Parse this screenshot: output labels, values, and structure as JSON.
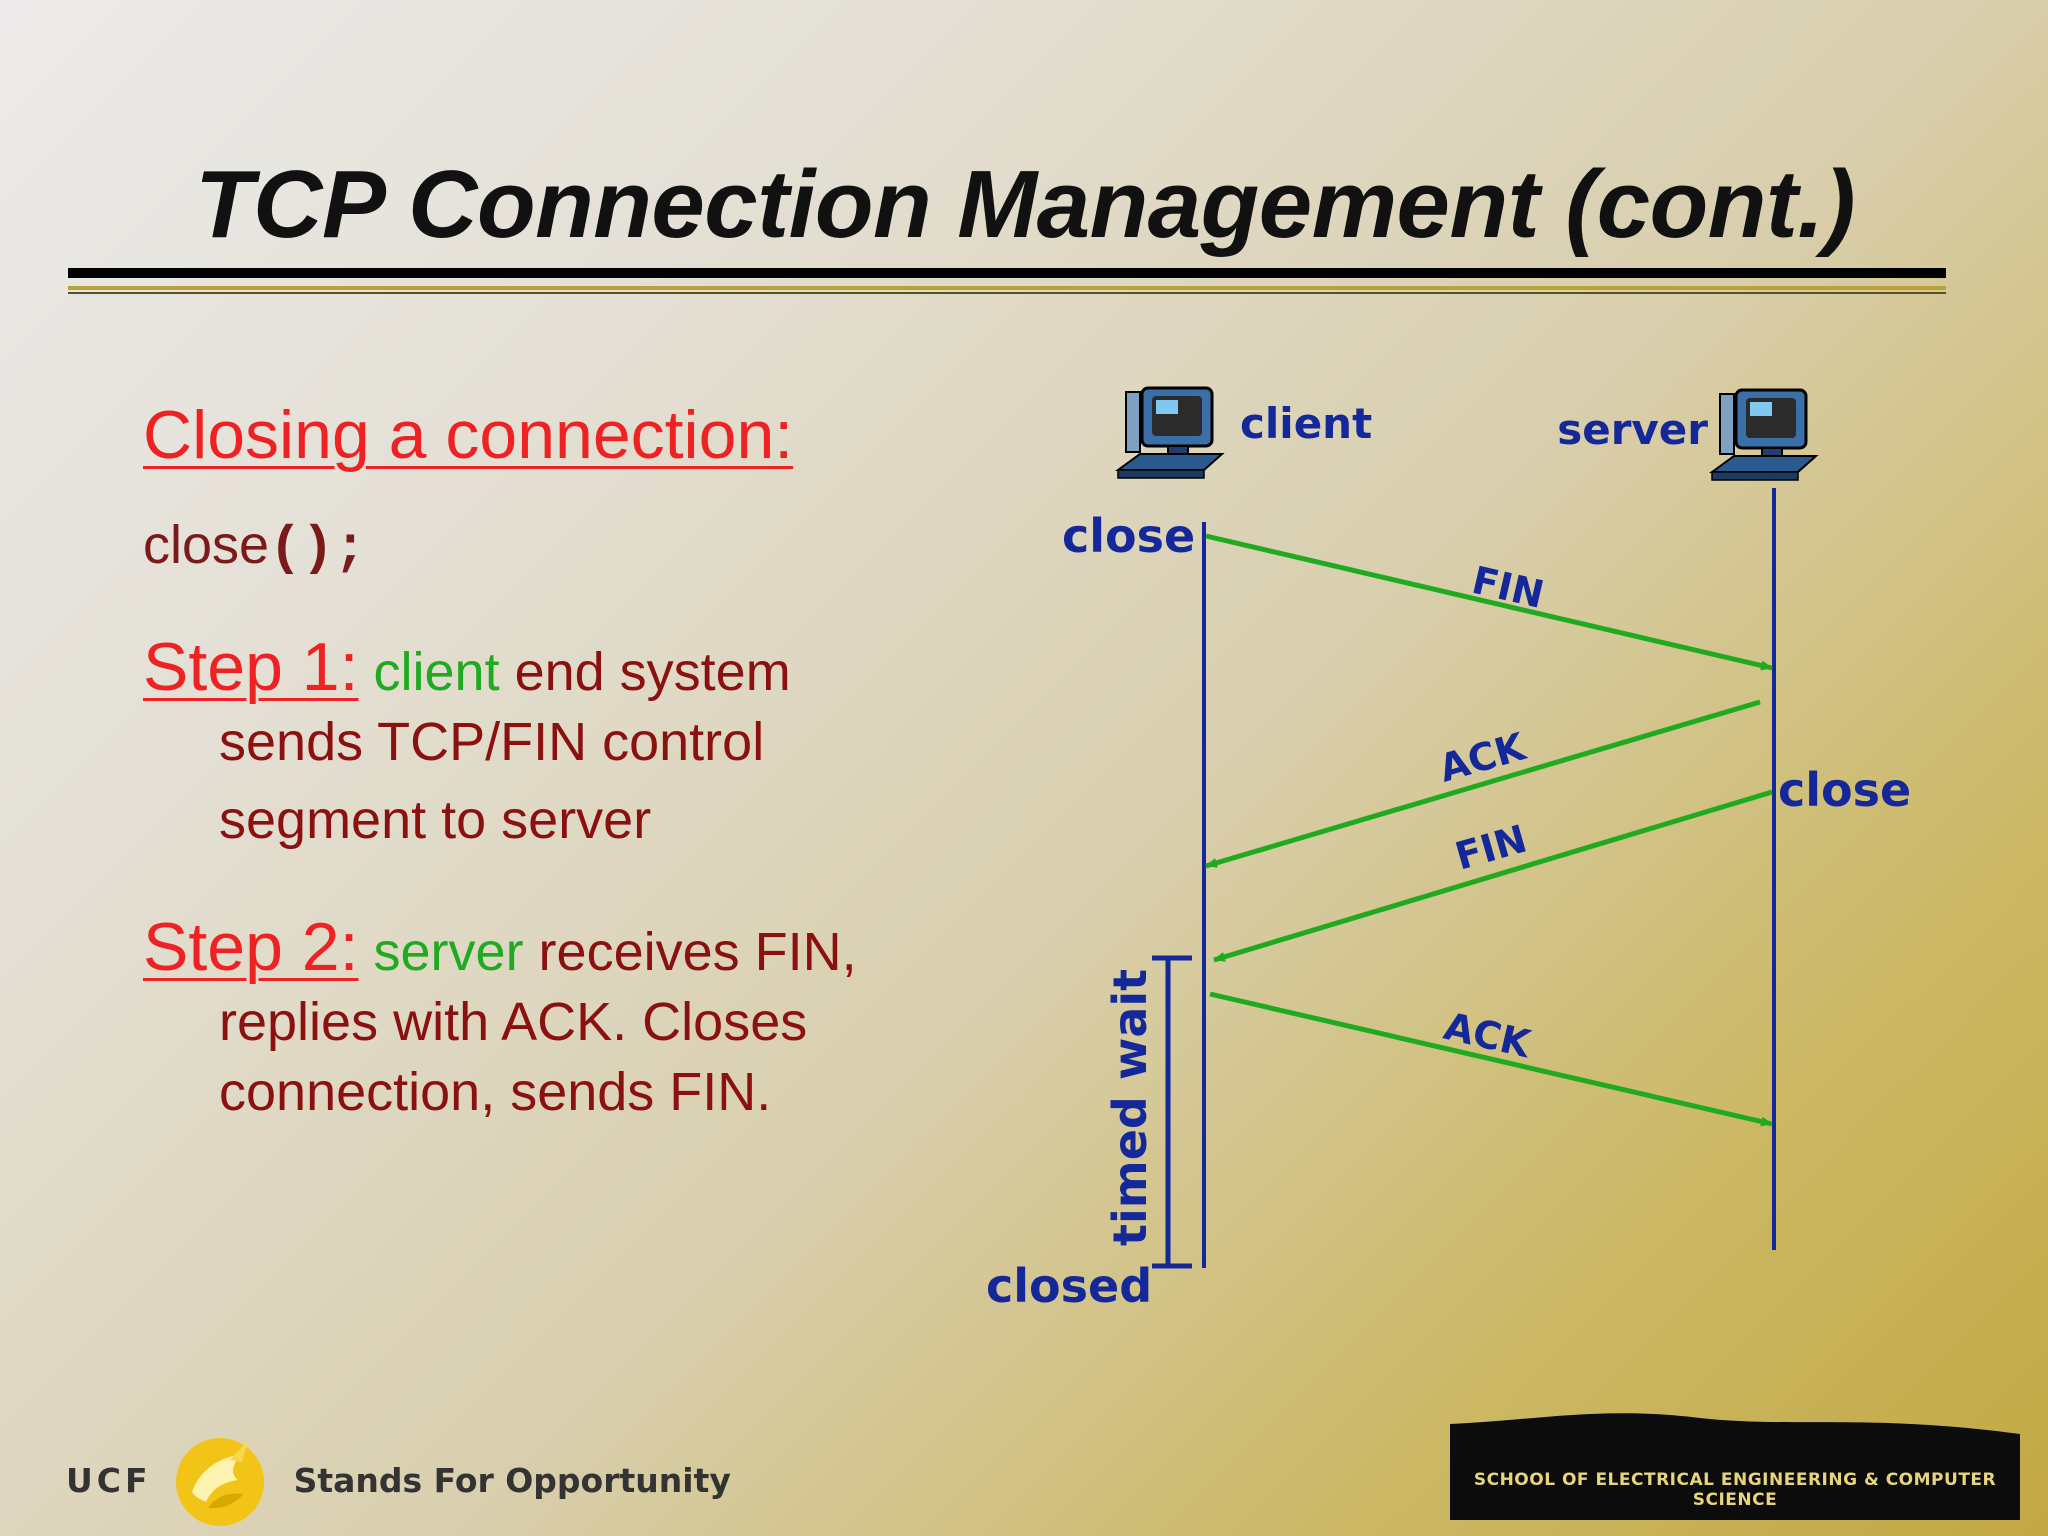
{
  "slide": {
    "title": "TCP Connection Management (cont.)"
  },
  "left": {
    "heading": "Closing a connection:",
    "close_call": {
      "text": "close",
      "code": "();"
    },
    "step1": {
      "label": "Step 1:",
      "actor": "client",
      "line1_rest": " end system",
      "line2": "sends TCP/FIN control",
      "line3": "segment to server"
    },
    "step2": {
      "label": "Step 2:",
      "actor": "server",
      "line1_rest": " receives FIN,",
      "line2": "replies with ACK. Closes",
      "line3": "connection, sends FIN."
    }
  },
  "diagram": {
    "client_label": "client",
    "server_label": "server",
    "client_close": "close",
    "server_close": "close",
    "timed_wait": "timed wait",
    "closed": "closed",
    "messages": [
      {
        "label": "FIN",
        "direction": "client-to-server"
      },
      {
        "label": "ACK",
        "direction": "server-to-client"
      },
      {
        "label": "FIN",
        "direction": "server-to-client"
      },
      {
        "label": "ACK",
        "direction": "client-to-server"
      }
    ],
    "colors": {
      "timeline": "#14289a",
      "arrow": "#1faa1f",
      "label": "#14289a"
    }
  },
  "footer": {
    "ucf": "UCF",
    "tagline": "Stands For Opportunity",
    "school": "SCHOOL OF ELECTRICAL ENGINEERING & COMPUTER SCIENCE"
  }
}
